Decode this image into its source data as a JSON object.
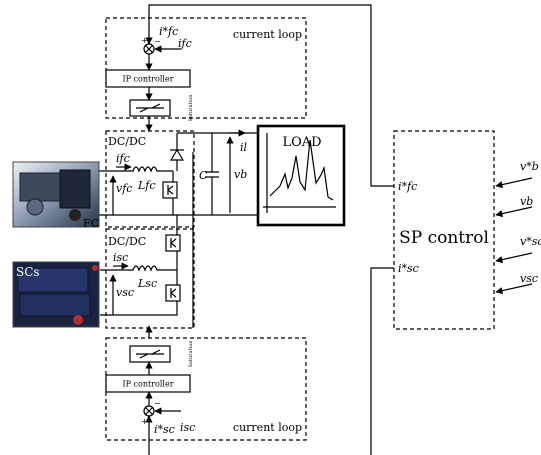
{
  "fc_block": {
    "loop_label": "current loop",
    "ref_label": "i*fc",
    "meas_label": "ifc",
    "minus": "−",
    "plus": "+",
    "controller_label": "IP controller",
    "sat_label": "Saturation",
    "converter_label": "DC/DC",
    "current_label": "ifc",
    "voltage_label": "vfc",
    "inductor_label": "Lfc",
    "source_label": "FC"
  },
  "sc_block": {
    "loop_label": "current loop",
    "ref_label": "i*sc",
    "meas_label": "isc",
    "minus": "−",
    "plus": "+",
    "controller_label": "IP controller",
    "sat_label": "Saturation",
    "converter_label": "DC/DC",
    "current_label": "isc",
    "voltage_label": "vsc",
    "inductor_label": "Lsc",
    "source_label": "SCs"
  },
  "bus": {
    "cap_label": "C",
    "voltage_label": "vb",
    "load_current_label": "il",
    "load_title": "LOAD"
  },
  "sp_control": {
    "title": "SP control",
    "out_fc": "i*fc",
    "out_sc": "i*sc",
    "inputs": [
      "v*b",
      "vb",
      "v*sc",
      "vsc"
    ]
  }
}
